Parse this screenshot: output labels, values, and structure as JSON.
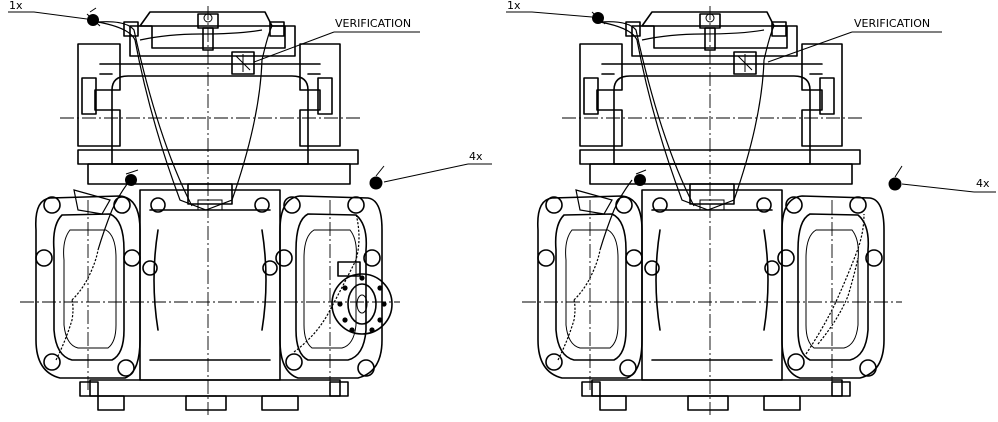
{
  "drawings": [
    {
      "id": "left",
      "callouts": {
        "top_count": "1x",
        "verification": "VERIFICATION",
        "side_count": "4x"
      },
      "has_side_flange": true
    },
    {
      "id": "right",
      "callouts": {
        "top_count": "1x",
        "verification": "VERIFICATION",
        "side_count": "4x"
      },
      "has_side_flange": false
    }
  ],
  "colors": {
    "line": "#000000",
    "background": "#ffffff"
  }
}
